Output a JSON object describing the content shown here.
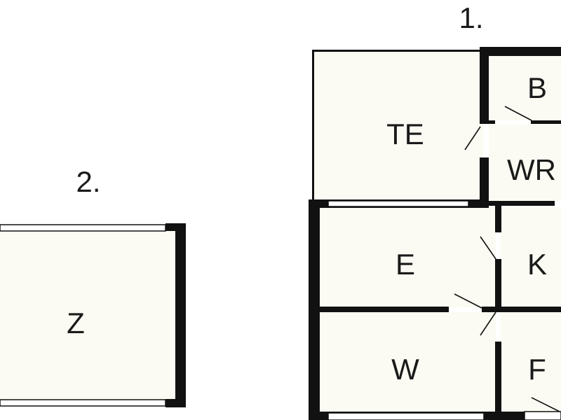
{
  "plans": [
    {
      "number": "1.",
      "rooms": [
        {
          "id": "te",
          "label": "TE"
        },
        {
          "id": "b",
          "label": "B"
        },
        {
          "id": "wr",
          "label": "WR"
        },
        {
          "id": "e",
          "label": "E"
        },
        {
          "id": "k",
          "label": "K"
        },
        {
          "id": "w",
          "label": "W"
        },
        {
          "id": "f",
          "label": "F"
        }
      ]
    },
    {
      "number": "2.",
      "rooms": [
        {
          "id": "z",
          "label": "Z"
        }
      ]
    }
  ]
}
